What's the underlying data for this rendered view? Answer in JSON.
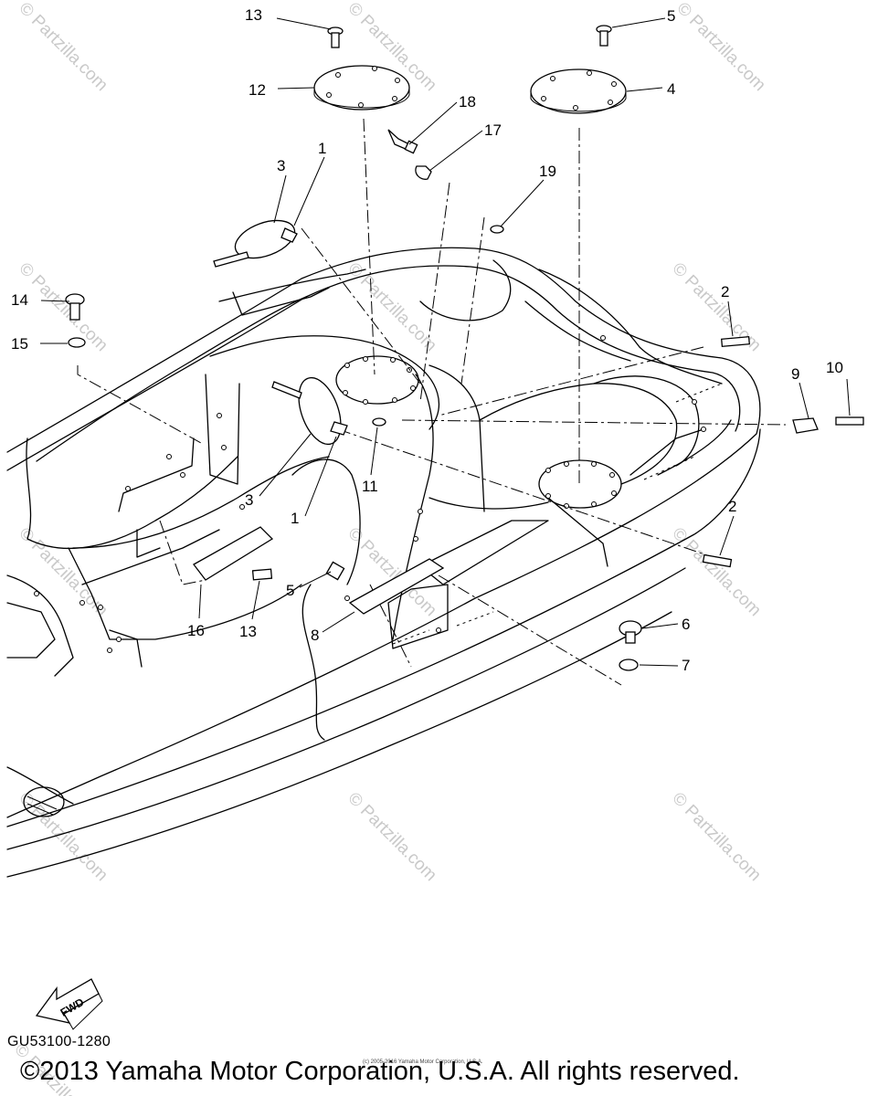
{
  "diagram": {
    "callouts": [
      {
        "id": "c13a",
        "label": "13"
      },
      {
        "id": "c5a",
        "label": "5"
      },
      {
        "id": "c12",
        "label": "12"
      },
      {
        "id": "c4",
        "label": "4"
      },
      {
        "id": "c18",
        "label": "18"
      },
      {
        "id": "c17",
        "label": "17"
      },
      {
        "id": "c3a",
        "label": "3"
      },
      {
        "id": "c1a",
        "label": "1"
      },
      {
        "id": "c19",
        "label": "19"
      },
      {
        "id": "c14",
        "label": "14"
      },
      {
        "id": "c15",
        "label": "15"
      },
      {
        "id": "c2a",
        "label": "2"
      },
      {
        "id": "c9",
        "label": "9"
      },
      {
        "id": "c10",
        "label": "10"
      },
      {
        "id": "c3b",
        "label": "3"
      },
      {
        "id": "c11",
        "label": "11"
      },
      {
        "id": "c1b",
        "label": "1"
      },
      {
        "id": "c2b",
        "label": "2"
      },
      {
        "id": "c5b",
        "label": "5"
      },
      {
        "id": "c16",
        "label": "16"
      },
      {
        "id": "c13b",
        "label": "13"
      },
      {
        "id": "c8",
        "label": "8"
      },
      {
        "id": "c6",
        "label": "6"
      },
      {
        "id": "c7",
        "label": "7"
      }
    ],
    "fwd_label": "FWD",
    "diagram_code": "GU53100-1280",
    "copyright": "©2013 Yamaha Motor Corporation, U.S.A. All rights reserved.",
    "fine_print": "(c) 2005-2016 Yamaha Motor Corporation, U.S.A.",
    "watermark": "© Partzilla.com"
  }
}
